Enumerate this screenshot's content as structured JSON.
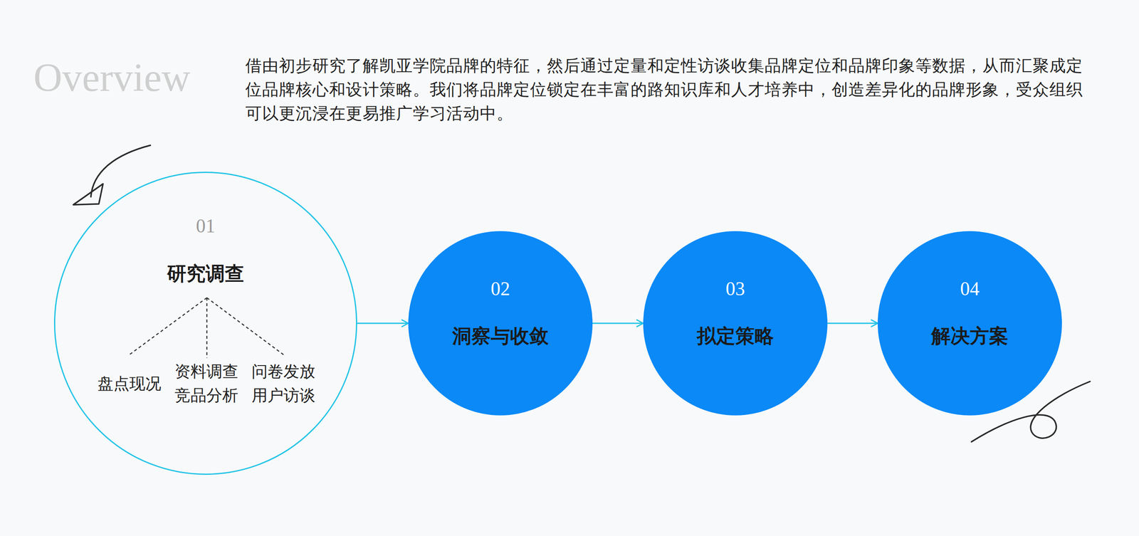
{
  "diagram": {
    "title": "Overview",
    "nodes": [
      {
        "text": [
          "01",
          "研究调查",
          "盘点现况",
          "资料调查 竞品分析",
          "问卷发放 用户访谈"
        ]
      },
      {
        "text": [
          "02",
          "洞察与收敛"
        ]
      },
      {
        "text": [
          "03",
          "拟定策略"
        ]
      },
      {
        "text": [
          "04",
          "解决方案"
        ]
      }
    ],
    "edges": [
      {
        "from": 0,
        "to": 1,
        "arrow": "to"
      },
      {
        "from": 1,
        "to": 2,
        "arrow": "to"
      },
      {
        "from": 2,
        "to": 3,
        "arrow": "to"
      }
    ],
    "labels": [
      "借由初步研究了解凯亚学院品牌的特征，然后通过定量和定性访谈收集品牌定位和品牌印象等数据，从而汇聚成定位品牌核心和设计策略。我们将品牌定位锁定在丰富的路知识库和人才培养中，创造差异化的品牌形象，受众组织可以更沉浸在更易推广学习活动中。"
    ]
  }
}
